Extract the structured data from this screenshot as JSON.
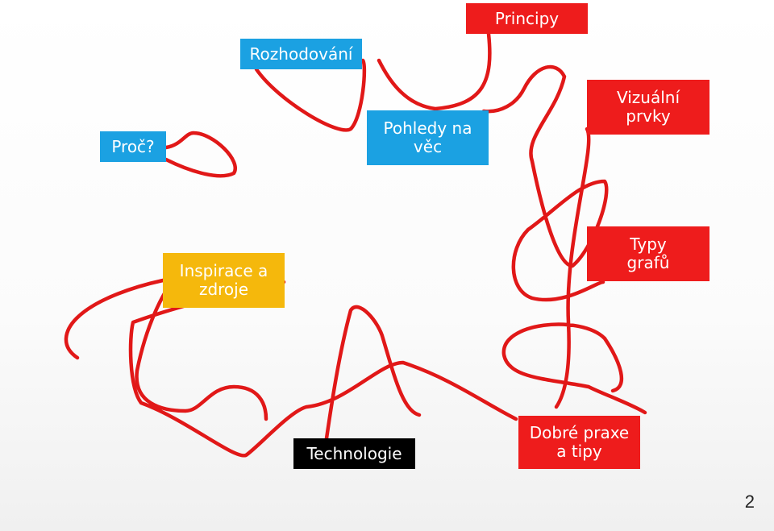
{
  "colors": {
    "red": "#ee1c1c",
    "blue": "#1ba1e2",
    "yellow": "#f5b80c",
    "black": "#000000",
    "white": "#ffffff",
    "thread": "#e11818"
  },
  "boxes": {
    "principy": {
      "lines": [
        "Principy"
      ]
    },
    "rozhodovani": {
      "lines": [
        "Rozhodování"
      ]
    },
    "proc": {
      "lines": [
        "Proč?"
      ]
    },
    "pohledy": {
      "lines": [
        "Pohledy na",
        "věc"
      ]
    },
    "vizualni": {
      "lines": [
        "Vizuální",
        "prvky"
      ]
    },
    "inspirace": {
      "lines": [
        "Inspirace a",
        "zdroje"
      ]
    },
    "typy": {
      "lines": [
        "Typy",
        "grafů"
      ]
    },
    "technologie": {
      "lines": [
        "Technologie"
      ]
    },
    "dobre": {
      "lines": [
        "Dobré praxe",
        "a tipy"
      ]
    }
  },
  "page_number": "2"
}
